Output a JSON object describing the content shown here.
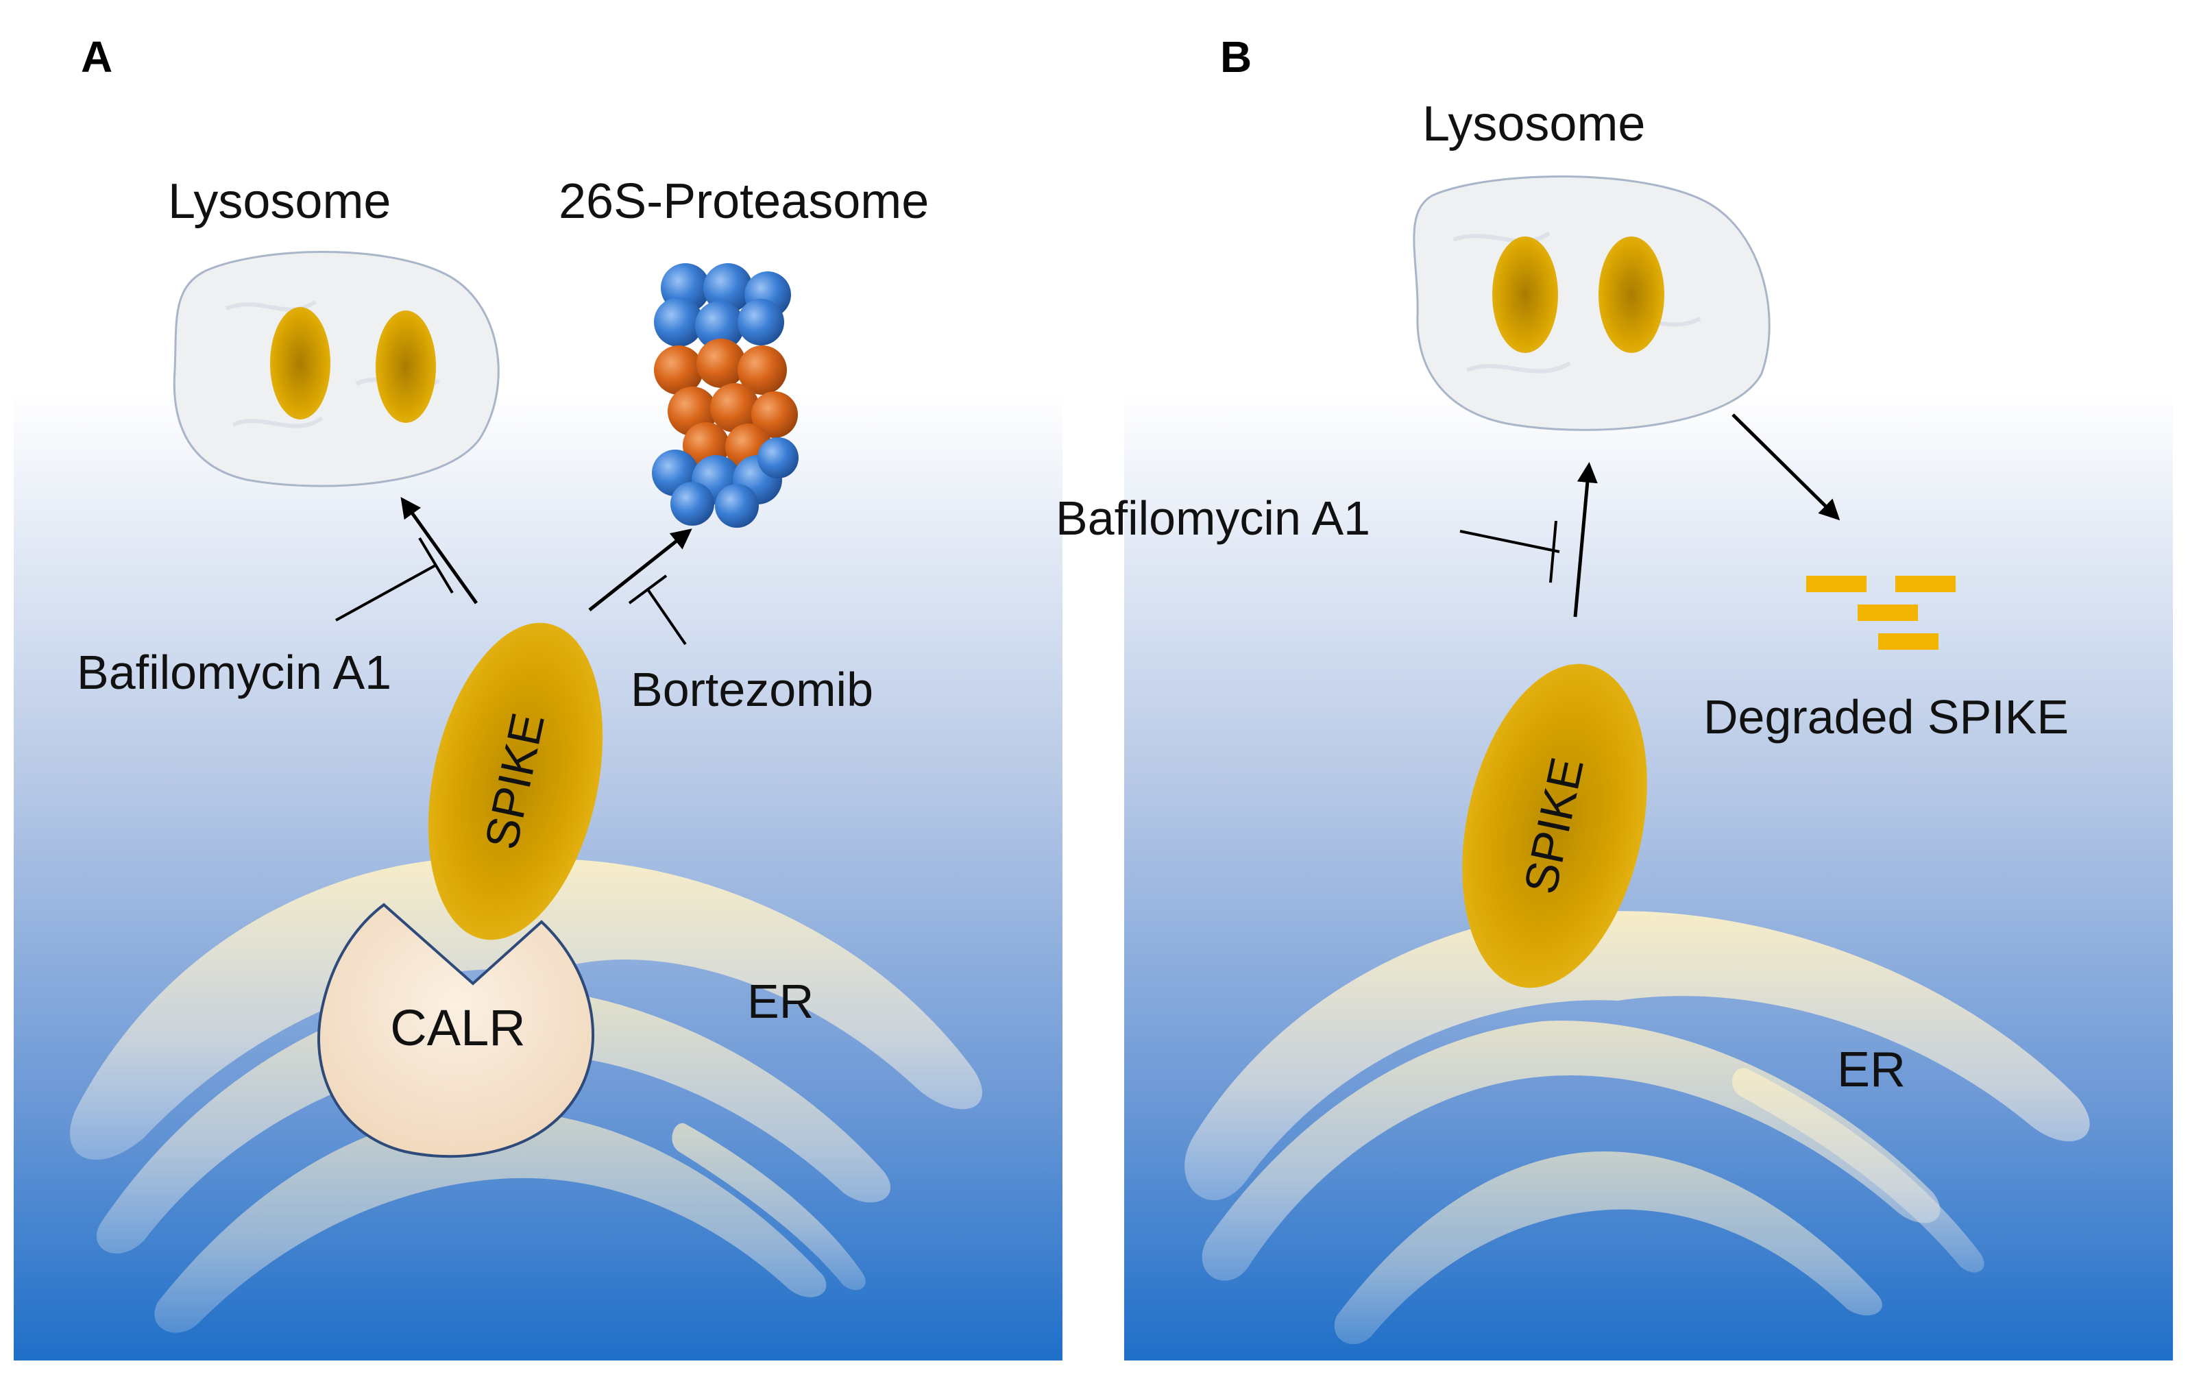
{
  "panels": [
    {
      "letter": "A",
      "labels": {
        "lysosome": "Lysosome",
        "proteasome": "26S-Proteasome",
        "bafilomycin": "Bafilomycin A1",
        "bortezomib": "Bortezomib",
        "spike": "SPIKE",
        "calr": "CALR",
        "er": "ER"
      }
    },
    {
      "letter": "B",
      "labels": {
        "lysosome": "Lysosome",
        "bafilomycin": "Bafilomycin A1",
        "spike": "SPIKE",
        "degraded": "Degraded SPIKE",
        "er": "ER"
      }
    }
  ],
  "colors": {
    "background_top": "#ffffff",
    "background_bottom": "#1f6fc8",
    "spike": "#d9a400",
    "calr": "#f3dcc0",
    "er": "#f6ecc8",
    "proteasome_blue": "#3b7fd6",
    "proteasome_orange": "#d9661a",
    "lysosome": "#eef0f2"
  }
}
